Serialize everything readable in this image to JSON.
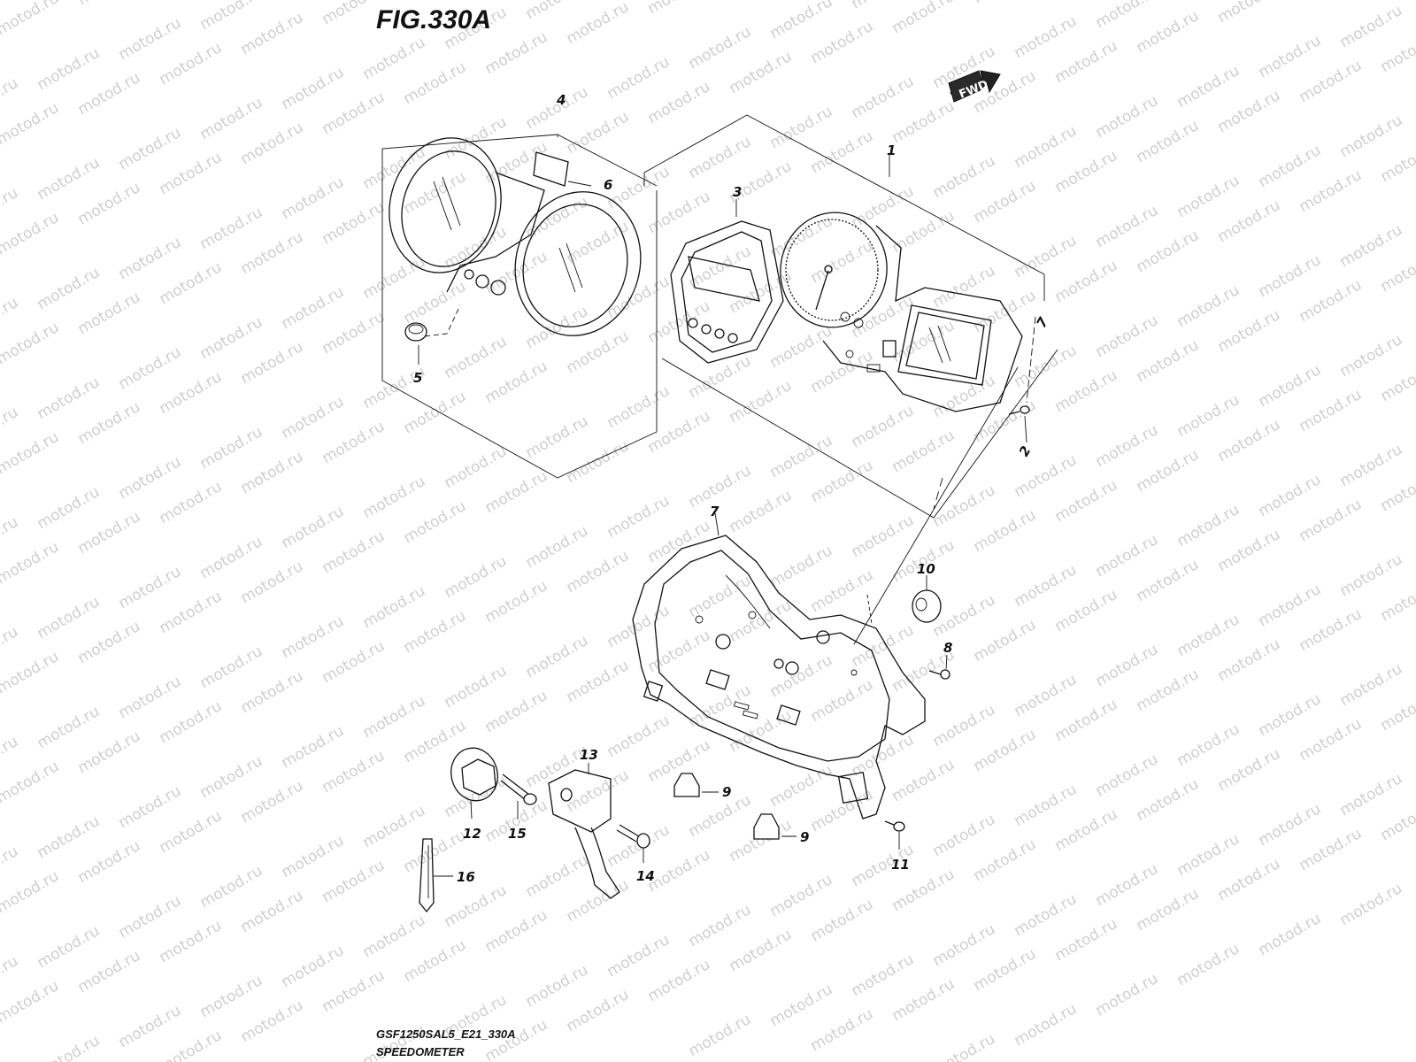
{
  "figure": {
    "title": "FIG.330A",
    "code": "GSF1250SAL5_E21_330A",
    "name": "SPEEDOMETER"
  },
  "fwd_label": "FWD",
  "watermark_text": "motod.ru",
  "callouts": [
    {
      "id": "1",
      "label": "1"
    },
    {
      "id": "2",
      "label": "2"
    },
    {
      "id": "3",
      "label": "3"
    },
    {
      "id": "4",
      "label": "4"
    },
    {
      "id": "5",
      "label": "5"
    },
    {
      "id": "6",
      "label": "6"
    },
    {
      "id": "7",
      "label": "7"
    },
    {
      "id": "8",
      "label": "8"
    },
    {
      "id": "9a",
      "label": "9"
    },
    {
      "id": "9b",
      "label": "9"
    },
    {
      "id": "10",
      "label": "10"
    },
    {
      "id": "11",
      "label": "11"
    },
    {
      "id": "12",
      "label": "12"
    },
    {
      "id": "13",
      "label": "13"
    },
    {
      "id": "14",
      "label": "14"
    },
    {
      "id": "15",
      "label": "15"
    },
    {
      "id": "16",
      "label": "16"
    }
  ]
}
